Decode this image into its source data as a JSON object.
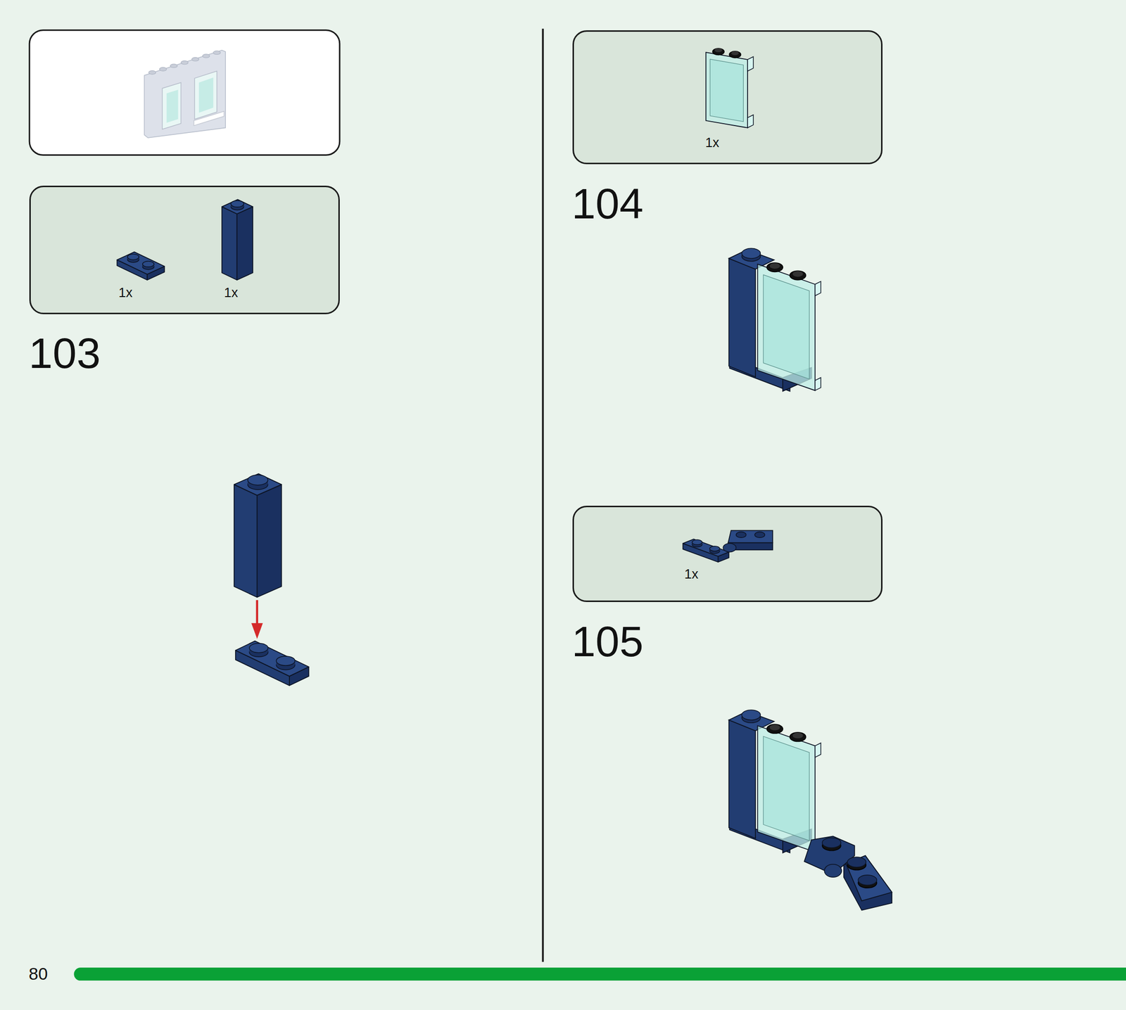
{
  "diagram": {
    "nodes": [
      {
        "text": [
          "1x",
          "1x"
        ]
      },
      {
        "text": [
          "1x"
        ]
      },
      {
        "text": [
          "1x"
        ]
      }
    ],
    "labels": [
      "103",
      "104",
      "105",
      "80"
    ]
  }
}
